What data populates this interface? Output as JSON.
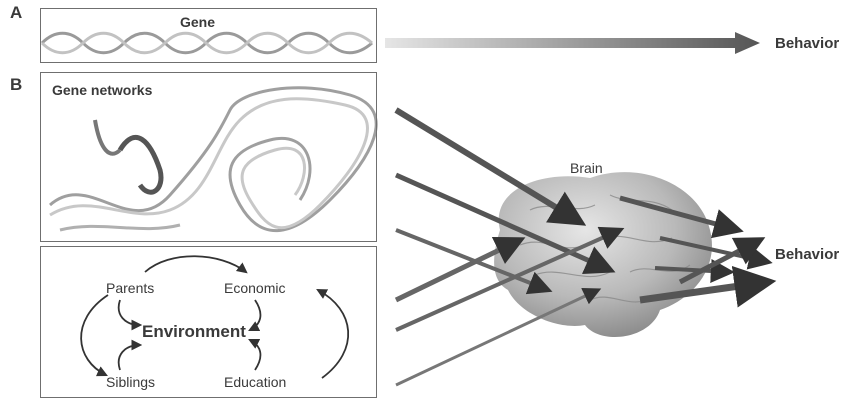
{
  "panels": {
    "a": {
      "letter": "A",
      "title": "Gene"
    },
    "b": {
      "letter": "B",
      "title": "Gene networks"
    }
  },
  "environment": {
    "center": "Environment",
    "parents": "Parents",
    "economic": "Economic",
    "siblings": "Siblings",
    "education": "Education"
  },
  "brain_label": "Brain",
  "behavior_top": "Behavior",
  "behavior_right": "Behavior"
}
